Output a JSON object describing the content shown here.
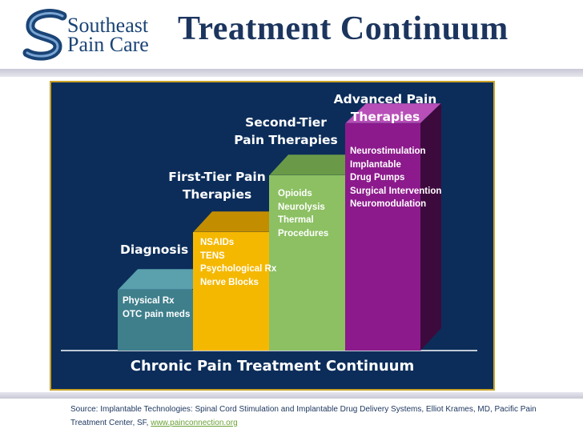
{
  "header": {
    "logo_line1": "Southeast",
    "logo_line2": "Pain Care",
    "title": "Treatment Continuum"
  },
  "steps": [
    {
      "label": "Diagnosis",
      "items": [
        "Physical Rx",
        "OTC pain meds"
      ],
      "color": "#3f7f8c"
    },
    {
      "label": "First-Tier Pain Therapies",
      "items": [
        "NSAIDs",
        "TENS",
        "Psychological Rx",
        "Nerve Blocks"
      ],
      "color": "#f5b800"
    },
    {
      "label": "Second-Tier Pain Therapies",
      "items": [
        "Opioids",
        "Neurolysis",
        "Thermal",
        "Procedures"
      ],
      "color": "#8cc063"
    },
    {
      "label": "Advanced Pain Therapies",
      "items": [
        "Neurostimulation",
        "Implantable",
        "Drug Pumps",
        "Surgical Intervention",
        "Neuromodulation"
      ],
      "color": "#8c1a8c"
    }
  ],
  "axis_label": "Chronic Pain Treatment Continuum",
  "source": {
    "text": "Source:  Implantable Technologies:  Spinal Cord Stimulation  and Implantable Drug Delivery Systems, Elliot Krames, MD, Pacific Pain Treatment Center, SF, ",
    "link": "www.painconnection.org"
  },
  "colors": {
    "panel": "#0c2d5a",
    "title": "#1c355e",
    "panel_border": "#c9a227"
  }
}
